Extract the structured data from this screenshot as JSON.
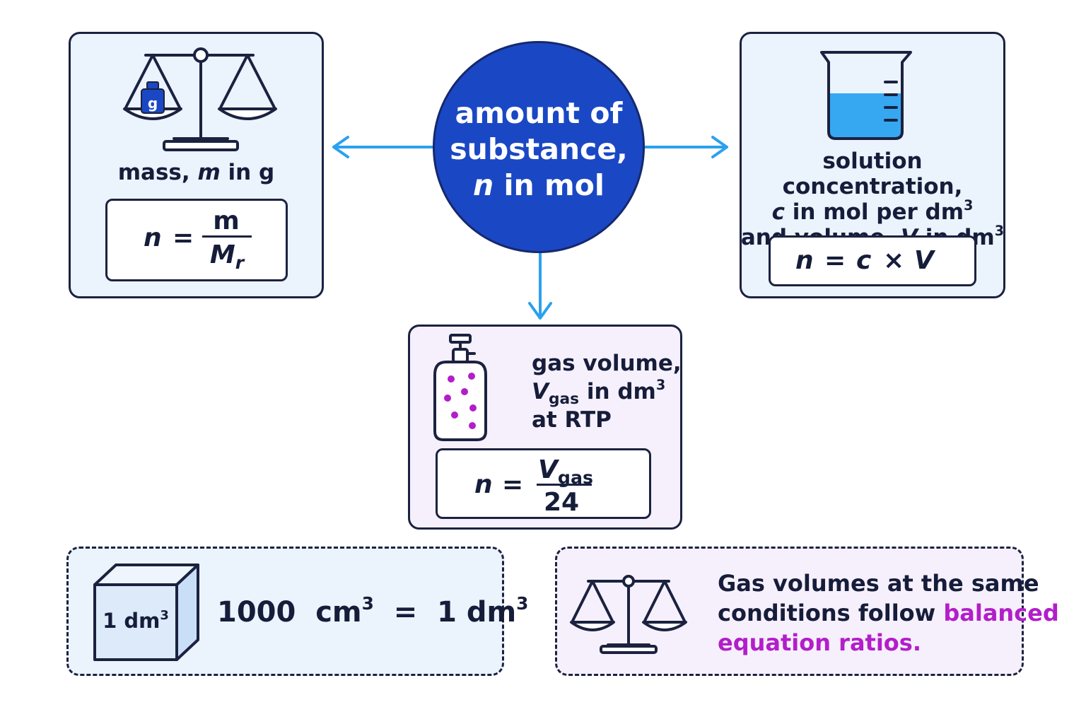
{
  "center": {
    "line1": "amount of",
    "line2": "substance,",
    "line3_var": "n",
    "line3_rest": " in mol"
  },
  "mass": {
    "weight_label": "g",
    "label_prefix": "mass, ",
    "label_var": "m",
    "label_suffix": " in g",
    "lhs": "n",
    "eq": "=",
    "numerator": "m",
    "denominator_base": "M",
    "denominator_sub": "r"
  },
  "solution": {
    "line1": "solution concentration,",
    "line2_var": "c",
    "line2_rest": " in mol per dm",
    "line2_sup": "3",
    "line3_prefix": "and volume, ",
    "line3_var": "V",
    "line3_rest": " in dm",
    "line3_sup": "3",
    "formula": {
      "lhs": "n",
      "eq": "=",
      "a": "c",
      "op": "×",
      "b": "V"
    }
  },
  "gas": {
    "line1": "gas volume,",
    "line2_var": "V",
    "line2_sub": "gas",
    "line2_rest": " in dm",
    "line2_sup": "3",
    "line3": "at RTP",
    "formula": {
      "lhs": "n",
      "eq": "=",
      "num_var": "V",
      "num_sub": "gas",
      "denominator": "24"
    }
  },
  "conversion": {
    "cube_label": "1 dm",
    "cube_sup": "3",
    "lhs_value": "1000",
    "lhs_unit": "cm",
    "lhs_sup": "3",
    "eq": "=",
    "rhs": "1 dm",
    "rhs_sup": "3"
  },
  "note": {
    "line1": "Gas volumes at the same",
    "line2": "conditions follow ",
    "line2_accent": "balanced",
    "line3_accent": "equation ratios."
  },
  "colors": {
    "center_circle": "#1a48c4",
    "arrow": "#2aa1ef",
    "accent": "#b21ec9",
    "outline": "#1b2240",
    "liquid": "#36a8f2",
    "panel_blue": "#ebf3fd",
    "panel_purple": "#f6f0fc"
  },
  "icons": [
    "balance-scale-icon",
    "beaker-icon",
    "gas-cylinder-icon",
    "cube-icon"
  ]
}
